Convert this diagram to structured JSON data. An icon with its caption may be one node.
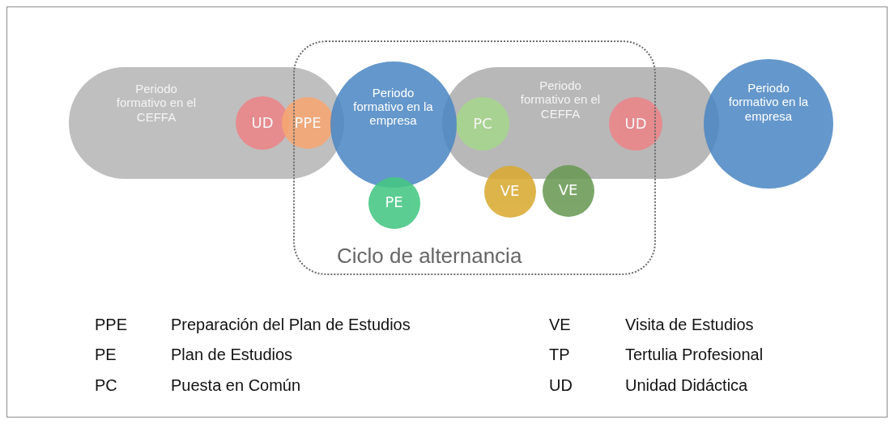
{
  "diagram": {
    "nodes": [
      {
        "text": [
          "Periodo formativo en el CEFFA"
        ]
      },
      {
        "text": [
          "UD"
        ],
        "in": 0
      },
      {
        "text": [
          "PPE"
        ],
        "in": 0
      },
      {
        "text": [
          "Periodo formativo en la empresa"
        ],
        "in": 11
      },
      {
        "text": [
          "PE"
        ],
        "in": 11
      },
      {
        "text": [
          "Periodo formativo en el CEFFA"
        ]
      },
      {
        "text": [
          "PC"
        ]
      },
      {
        "text": [
          "UD"
        ],
        "in": 5
      },
      {
        "text": [
          "VE"
        ],
        "in": 11
      },
      {
        "text": [
          "VE"
        ],
        "in": 11
      },
      {
        "text": [
          "Periodo formativo en la empresa"
        ]
      },
      {
        "text": [
          "Ciclo de alternancia"
        ]
      }
    ],
    "edges": [],
    "labels": [
      "PPE",
      "Preparación del Plan de Estudios",
      "VE",
      "Visita de Estudios",
      "PE",
      "Plan de Estudios",
      "TP",
      "Tertulia Profesional",
      "PC",
      "Puesta en Común",
      "UD",
      "Unidad Didáctica"
    ]
  }
}
